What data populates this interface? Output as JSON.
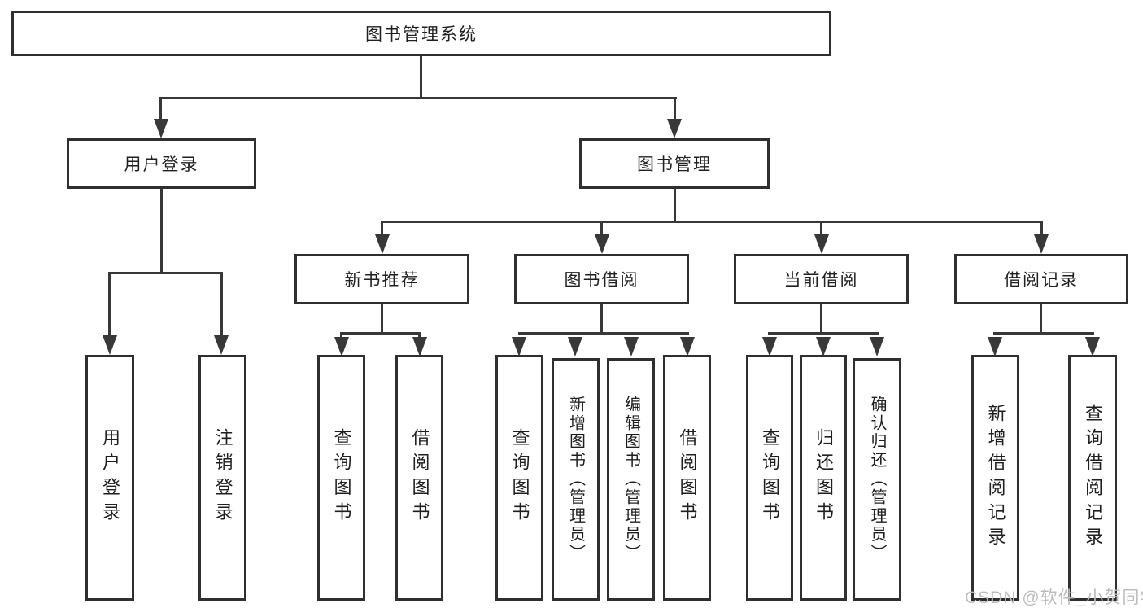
{
  "nodes": {
    "root": {
      "label": "图书管理系统"
    },
    "user_login": {
      "label": "用户登录",
      "children": {
        "login": {
          "label": "用户登录"
        },
        "logout": {
          "label": "注销登录"
        }
      }
    },
    "book_mgmt": {
      "label": "图书管理",
      "children": {
        "new_book": {
          "label": "新书推荐",
          "children": {
            "query": {
              "label": "查询图书"
            },
            "borrow": {
              "label": "借阅图书"
            }
          }
        },
        "book_borrow": {
          "label": "图书借阅",
          "children": {
            "query": {
              "label": "查询图书"
            },
            "add": {
              "label": "新增图书（管理员）"
            },
            "edit": {
              "label": "编辑图书（管理员）"
            },
            "borrow": {
              "label": "借阅图书"
            }
          }
        },
        "current_borrow": {
          "label": "当前借阅",
          "children": {
            "query": {
              "label": "查询图书"
            },
            "return": {
              "label": "归还图书"
            },
            "confirm": {
              "label": "确认归还（管理员）"
            }
          }
        },
        "borrow_record": {
          "label": "借阅记录",
          "children": {
            "add": {
              "label": "新增借阅记录"
            },
            "query": {
              "label": "查询借阅记录"
            }
          }
        }
      }
    }
  },
  "watermark": {
    "text": "CSDN @软件_小贺同学"
  },
  "colors": {
    "line": "#383838",
    "border": "#2f2f2f",
    "watermark": "#bdbdbd"
  }
}
